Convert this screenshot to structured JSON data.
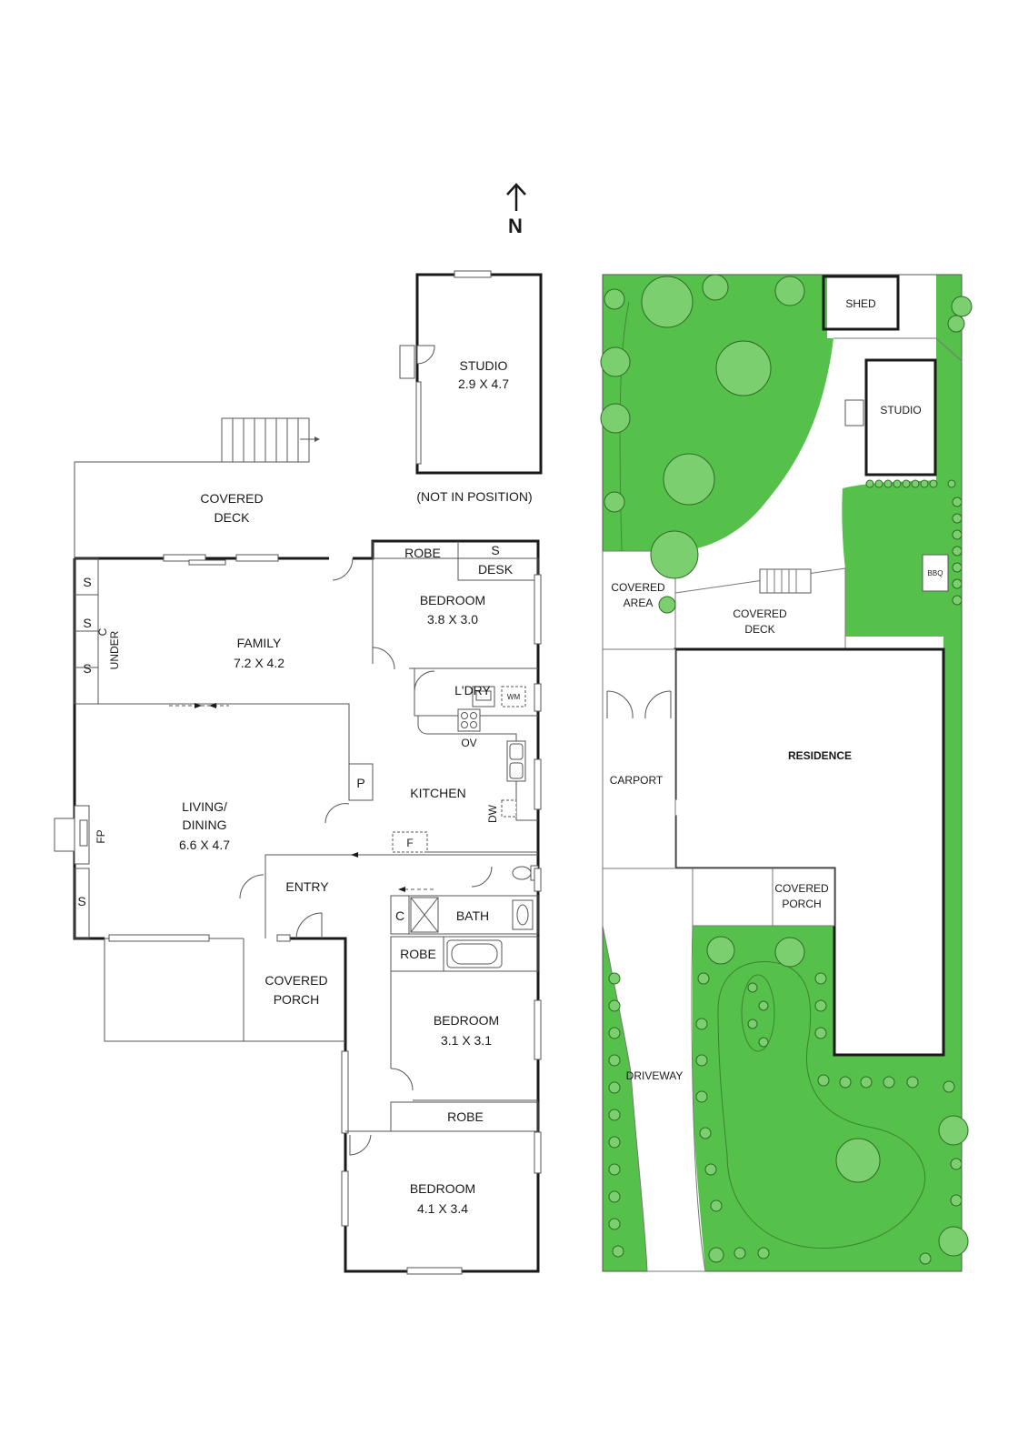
{
  "north": "N",
  "floorplan": {
    "studio": {
      "name": "STUDIO",
      "size": "2.9 X 4.7",
      "note": "(NOT IN POSITION)"
    },
    "covered_deck": "COVERED\nDECK",
    "family": {
      "name": "FAMILY",
      "size": "7.2 X 4.2"
    },
    "under": "UNDER",
    "under_c": "C",
    "storage": [
      "S",
      "S",
      "S",
      "S"
    ],
    "bedroom1": {
      "name": "BEDROOM",
      "size": "3.8 X 3.0"
    },
    "robe1": "ROBE",
    "s_desk": "S",
    "desk": "DESK",
    "laundry": "L'DRY",
    "wm": "WM",
    "ov": "OV",
    "kitchen": "KITCHEN",
    "dw": "DW",
    "pantry": "P",
    "fridge": "F",
    "living": {
      "name": "LIVING/\nDINING",
      "size": "6.6 X 4.7"
    },
    "fp": "FP",
    "entry": "ENTRY",
    "bath": "BATH",
    "linen": "C",
    "robe2": "ROBE",
    "covered_porch": "COVERED\nPORCH",
    "bedroom2": {
      "name": "BEDROOM",
      "size": "3.1 X 3.1"
    },
    "robe3": "ROBE",
    "bedroom3": {
      "name": "BEDROOM",
      "size": "4.1 X 3.4"
    }
  },
  "siteplan": {
    "shed": "SHED",
    "studio": "STUDIO",
    "bbq": "BBQ",
    "covered_area": "COVERED\nAREA",
    "covered_deck": "COVERED\nDECK",
    "residence": "RESIDENCE",
    "carport": "CARPORT",
    "covered_porch": "COVERED\nPORCH",
    "driveway": "DRIVEWAY"
  },
  "colors": {
    "lawn": "#55c04a",
    "tree": "#7ccf6e",
    "wall": "#1a1a1a"
  }
}
